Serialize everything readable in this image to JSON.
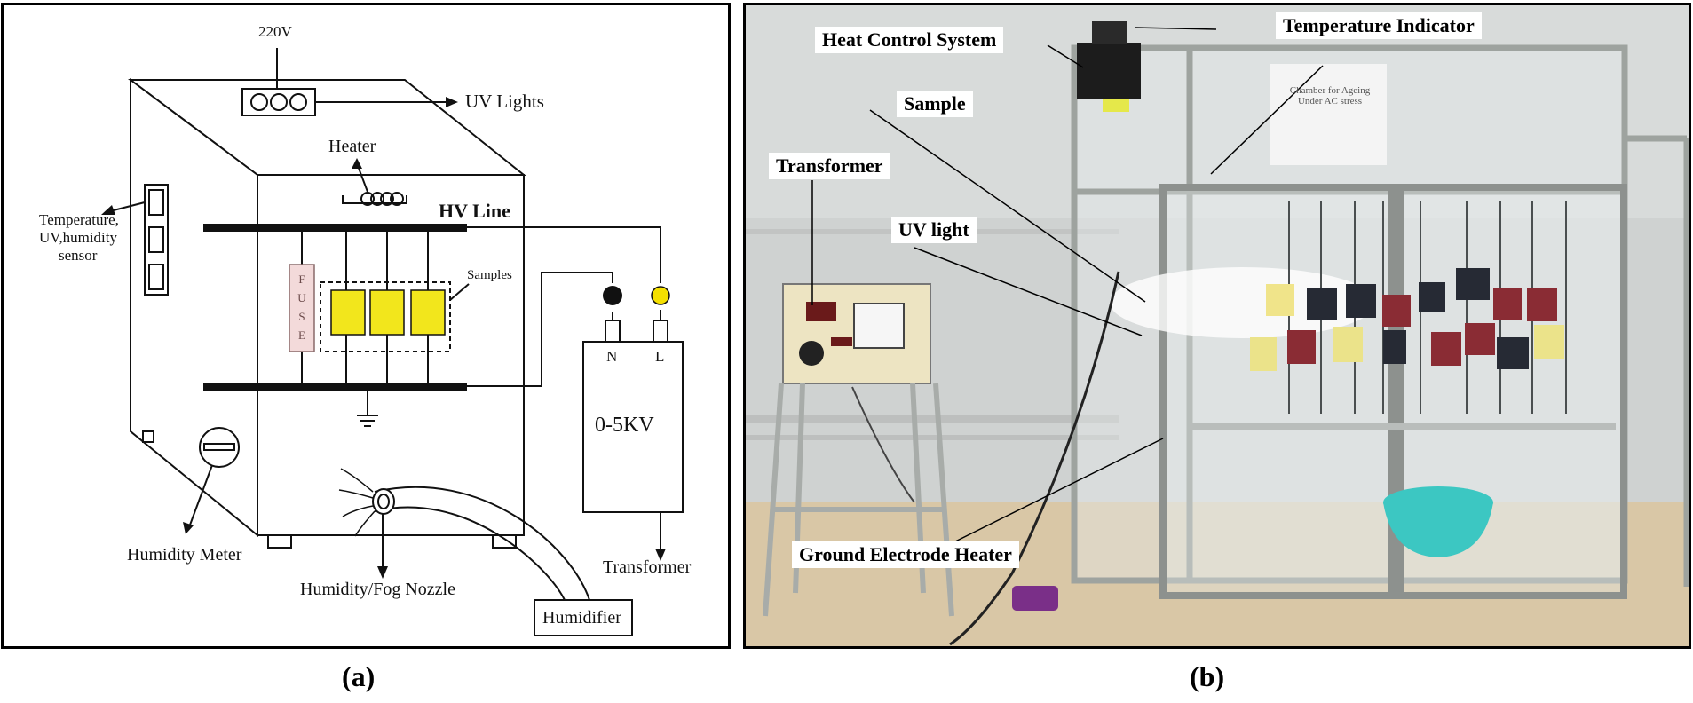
{
  "panel_a": {
    "caption": "(a)",
    "labels": {
      "voltage_220": "220V",
      "uv_lights": "UV Lights",
      "heater": "Heater",
      "hv_line": "HV Line",
      "sensor_line1": "Temperature,",
      "sensor_line2": "UV,humidity",
      "sensor_line3": "sensor",
      "samples": "Samples",
      "fuse": "FUSE",
      "terminal_n": "N",
      "terminal_l": "L",
      "transformer_range": "0-5KV",
      "transformer": "Transformer",
      "humidity_meter": "Humidity Meter",
      "fog_nozzle": "Humidity/Fog Nozzle",
      "humidifier": "Humidifier"
    }
  },
  "panel_b": {
    "caption": "(b)",
    "labels": {
      "temperature_indicator": "Temperature Indicator",
      "heat_control": "Heat Control System",
      "sample": "Sample",
      "transformer": "Transformer",
      "uv_light": "UV light",
      "ground_heater": "Ground Electrode  Heater",
      "sign_line1": "Chamber for Ageing",
      "sign_line2": "Under AC stress"
    }
  },
  "colors": {
    "sample_yellow": "#f2e61c",
    "fuse_pink": "#f3dada",
    "terminal_l_yellow": "#f5e000",
    "wall": "#cfd2d1",
    "floor": "#d9c7a6",
    "basin": "#3cc7c2"
  }
}
